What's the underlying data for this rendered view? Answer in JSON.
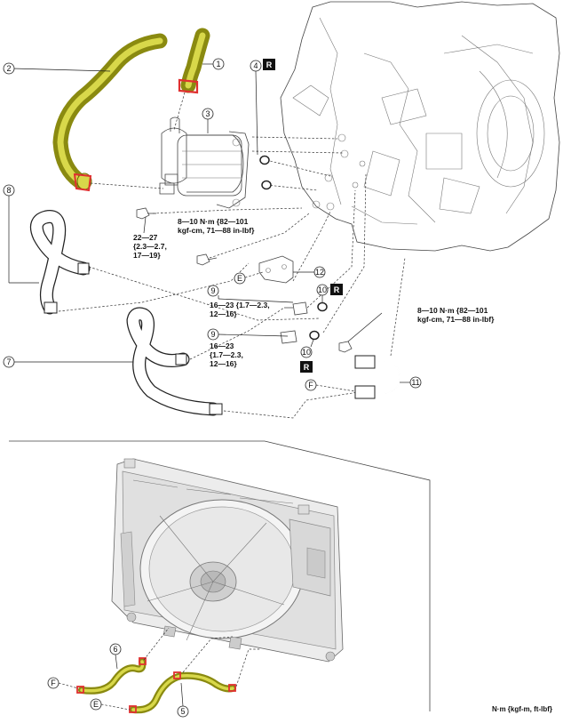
{
  "callouts": {
    "c1": "1",
    "c2": "2",
    "c3": "3",
    "c4": "4",
    "c5": "5",
    "c6": "6",
    "c7": "7",
    "c8": "8",
    "c9a": "9",
    "c9b": "9",
    "c10a": "10",
    "c10b": "10",
    "c11": "11",
    "c12": "12",
    "eA": "E",
    "fA": "F",
    "fB": "F",
    "eB": "E"
  },
  "badges": {
    "r1": "R",
    "r2": "R",
    "r3": "R"
  },
  "torque": {
    "t1": [
      "8—10 N·m {82—101",
      "kgf-cm, 71—88 in-lbf}"
    ],
    "t2": [
      "22—27",
      "{2.3—2.7,",
      "17—19}"
    ],
    "t3": [
      "16—23 {1.7—2.3,",
      "12—16}"
    ],
    "t4": [
      "16—23",
      "{1.7—2.3,",
      "12—16}"
    ],
    "t5": [
      "8—10 N·m {82—101",
      "kgf-cm, 71—88 in-lbf}"
    ]
  },
  "units_note": "N·m {kgf-m, ft-lbf}",
  "colors": {
    "hose_yellow": "#d8d84a",
    "hose_dark": "#8a8a10",
    "clamp": "#e03030",
    "outline": "#222222"
  }
}
